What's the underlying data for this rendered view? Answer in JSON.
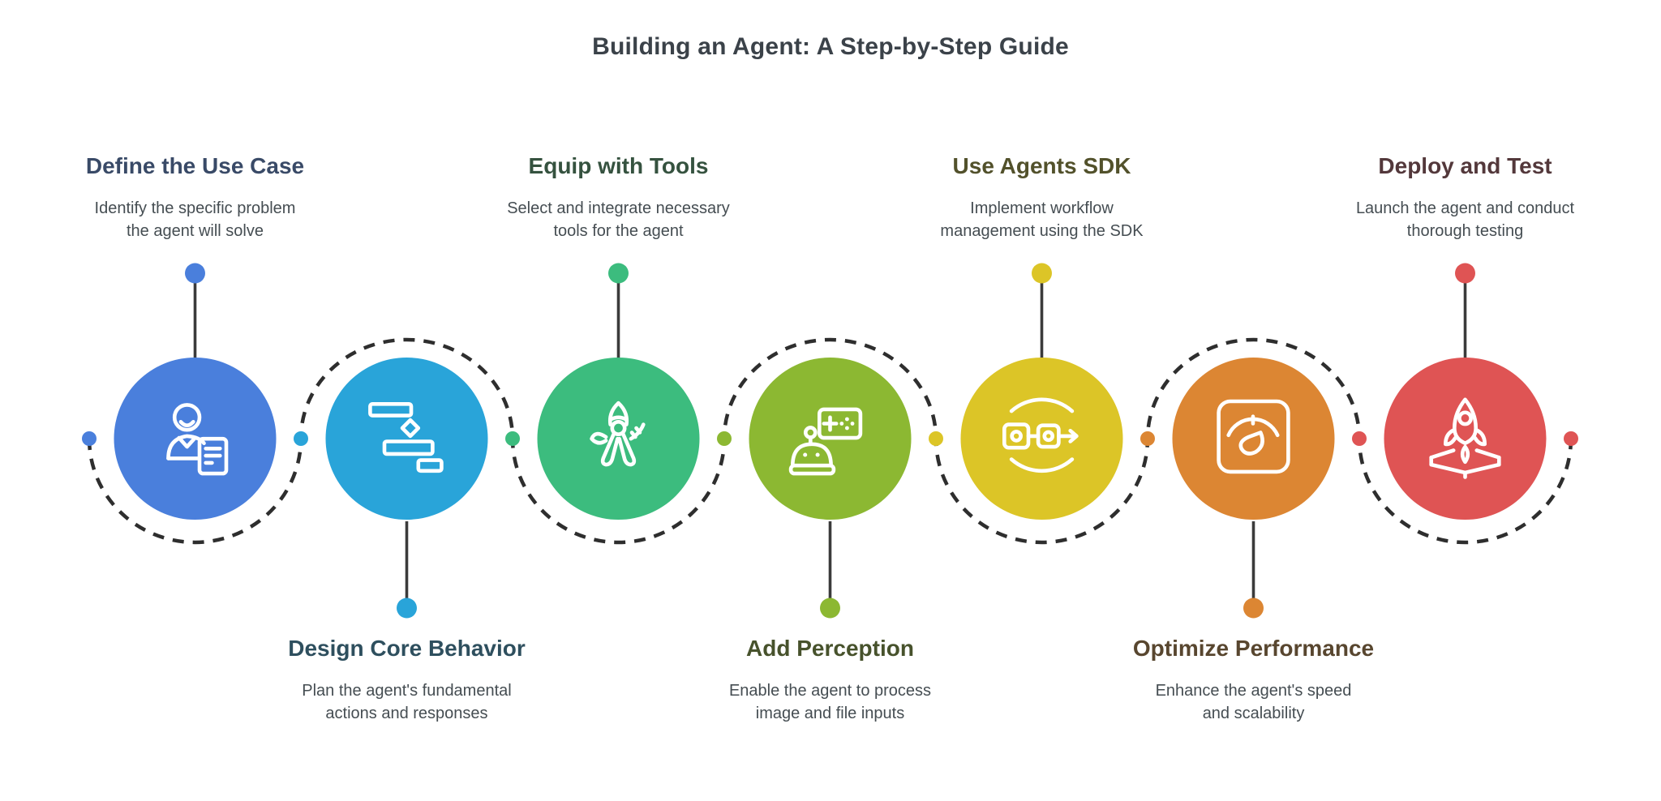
{
  "title": "Building an Agent: A Step-by-Step Guide",
  "title_color": "#3b4249",
  "description_color": "#454d52",
  "connector": {
    "line_color": "#2e2e2e",
    "stem_color": "#3b3b3b",
    "style": "dashed-serpentine"
  },
  "steps": [
    {
      "label": "Define the Use Case",
      "description": "Identify the specific problem the agent will solve",
      "color": "#4a7fdc",
      "label_color": "#394a67",
      "icon": "user-document-icon",
      "text_position": "top"
    },
    {
      "label": "Design Core Behavior",
      "description": "Plan the agent's fundamental actions and responses",
      "color": "#29a4d9",
      "label_color": "#2e4f5e",
      "icon": "workflow-blocks-icon",
      "text_position": "bottom"
    },
    {
      "label": "Equip with Tools",
      "description": "Select and integrate necessary tools for the agent",
      "color": "#3cbc7e",
      "label_color": "#35523f",
      "icon": "pliers-tool-icon",
      "text_position": "top"
    },
    {
      "label": "Add Perception",
      "description": "Enable the agent to process image and file inputs",
      "color": "#8cb832",
      "label_color": "#47522c",
      "icon": "robot-perception-icon",
      "text_position": "bottom"
    },
    {
      "label": "Use Agents SDK",
      "description": "Implement workflow management using the SDK",
      "color": "#dcc527",
      "label_color": "#52512b",
      "icon": "sdk-workflow-icon",
      "text_position": "top"
    },
    {
      "label": "Optimize Performance",
      "description": "Enhance the agent's speed and scalability",
      "color": "#dc8633",
      "label_color": "#58462f",
      "icon": "gauge-icon",
      "text_position": "bottom"
    },
    {
      "label": "Deploy and Test",
      "description": "Launch the agent and conduct thorough testing",
      "color": "#df5454",
      "label_color": "#53383b",
      "icon": "rocket-launch-icon",
      "text_position": "top"
    }
  ]
}
